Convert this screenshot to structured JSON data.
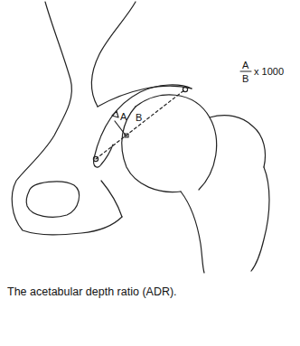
{
  "diagram": {
    "caption": "The acetabular depth ratio (ADR).",
    "labels": [
      "A",
      "B",
      "A",
      "B",
      "x 1000"
    ]
  }
}
